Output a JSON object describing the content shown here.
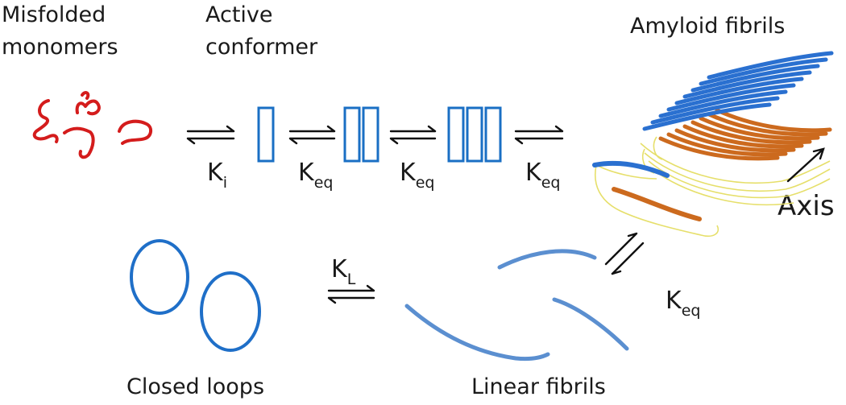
{
  "labels": {
    "misfolded_line1": "Misfolded",
    "misfolded_line2": "monomers",
    "active_line1": "Active",
    "active_line2": "conformer",
    "amyloid": "Amyloid fibrils",
    "axis": "Axis",
    "closed_loops": "Closed loops",
    "linear_fibrils": "Linear fibrils"
  },
  "constants": {
    "ki": {
      "base": "K",
      "sub": "i"
    },
    "keq1": {
      "base": "K",
      "sub": "eq"
    },
    "keq2": {
      "base": "K",
      "sub": "eq"
    },
    "keq3": {
      "base": "K",
      "sub": "eq"
    },
    "keq4": {
      "base": "K",
      "sub": "eq"
    },
    "kl": {
      "base": "K",
      "sub": "L"
    }
  },
  "colors": {
    "monomer": "#d41c1c",
    "conformer": "#1a6fc4",
    "loop": "#1f6fc8",
    "linear_fibril": "#5b8fd0",
    "strand_blue": "#2a70d0",
    "strand_orange": "#cc6a1e",
    "coil_yellow": "#e6df6a",
    "arrow": "#111111"
  }
}
